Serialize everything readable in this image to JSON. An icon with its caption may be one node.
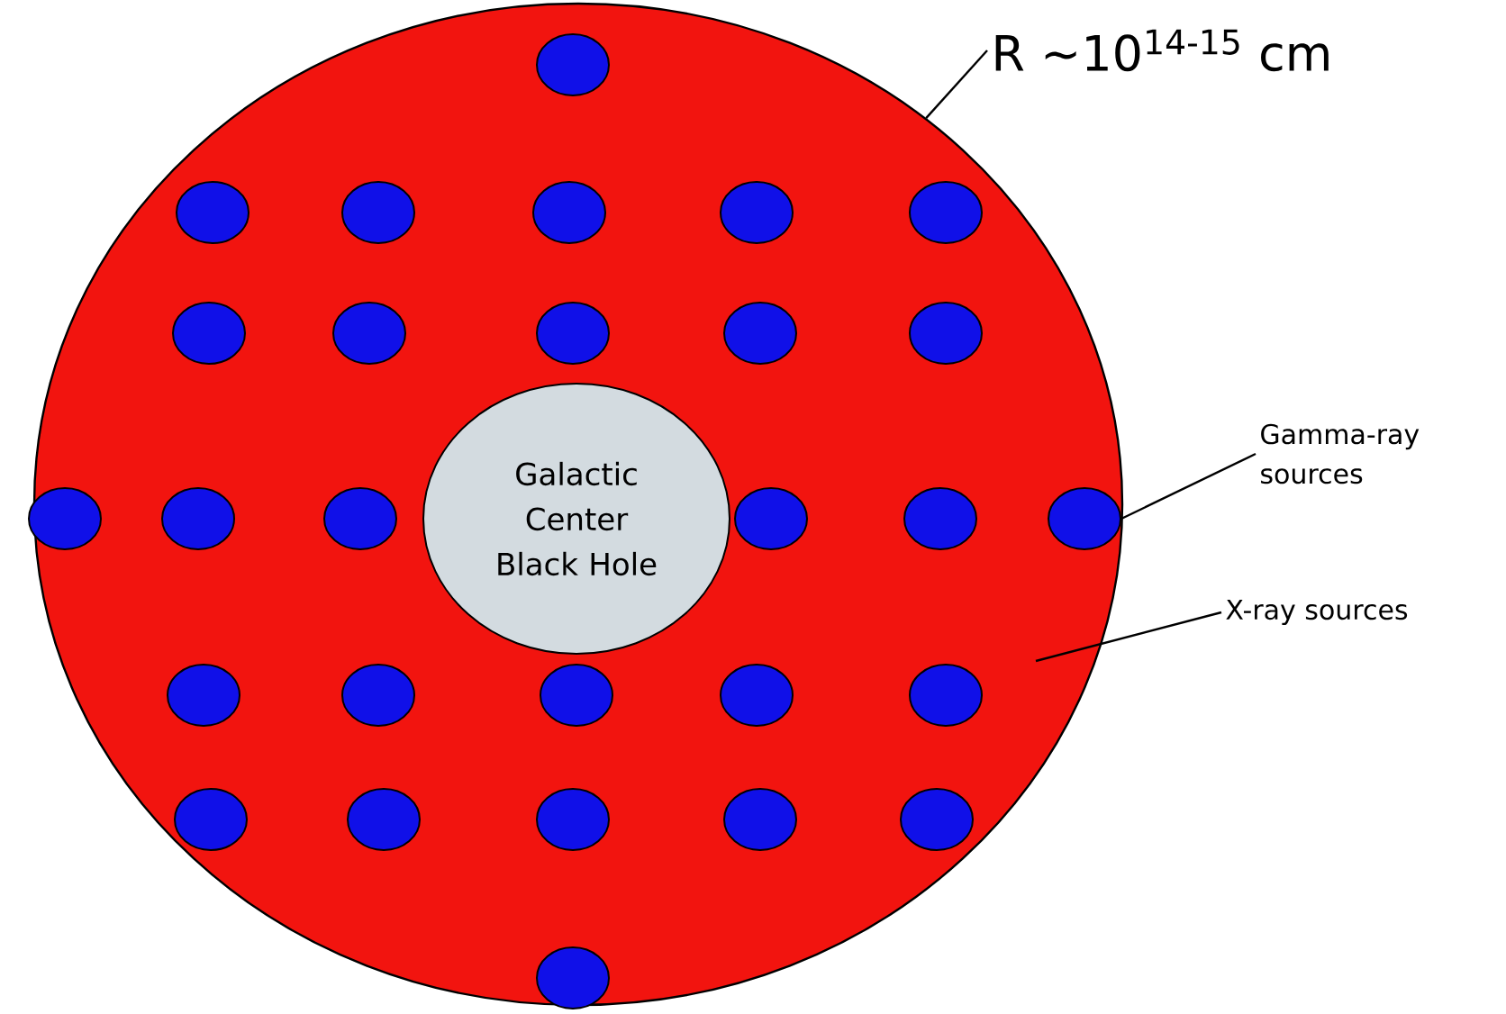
{
  "diagram": {
    "nodes": [
      {
        "text": [
          "R ~10$^{14-15}$ cm"
        ]
      },
      {
        "text": [],
        "shape": "circle"
      },
      {
        "text": [
          "Galactic Center Black Hole"
        ],
        "in": 1
      },
      {
        "text": [],
        "shape": "circle",
        "in": 1
      },
      {
        "text": [],
        "shape": "circle",
        "in": 1
      },
      {
        "text": [],
        "shape": "circle",
        "in": 1
      },
      {
        "text": [],
        "shape": "circle",
        "in": 1
      },
      {
        "text": [],
        "shape": "circle",
        "in": 1
      },
      {
        "text": [],
        "shape": "circle",
        "in": 1
      },
      {
        "text": [],
        "shape": "circle",
        "in": 1
      },
      {
        "text": [],
        "shape": "circle",
        "in": 1
      },
      {
        "text": [],
        "shape": "circle",
        "in": 1
      },
      {
        "text": [],
        "shape": "circle",
        "in": 1
      },
      {
        "text": [],
        "shape": "circle",
        "in": 1
      },
      {
        "text": [],
        "shape": "circle",
        "in": 1
      },
      {
        "text": [],
        "shape": "circle",
        "in": 1
      },
      {
        "text": [],
        "shape": "circle",
        "in": 1
      },
      {
        "text": [],
        "shape": "circle",
        "in": 1
      },
      {
        "text": [],
        "shape": "circle",
        "in": 1
      },
      {
        "text": [],
        "shape": "circle",
        "in": 1
      },
      {
        "text": [],
        "shape": "circle",
        "in": 1
      },
      {
        "text": [],
        "shape": "circle",
        "in": 1
      },
      {
        "text": [],
        "shape": "circle",
        "in": 1
      },
      {
        "text": [],
        "shape": "circle",
        "in": 1
      },
      {
        "text": [],
        "shape": "circle",
        "in": 1
      },
      {
        "text": [],
        "shape": "circle",
        "in": 1
      },
      {
        "text": [],
        "shape": "circle",
        "in": 1
      },
      {
        "text": [],
        "shape": "circle",
        "in": 1
      },
      {
        "text": [],
        "shape": "circle",
        "in": 1
      },
      {
        "text": [],
        "shape": "circle",
        "in": 1
      },
      {
        "text": [],
        "shape": "circle",
        "in": 1
      },
      {
        "text": [
          "Gamma-ray sources"
        ]
      },
      {
        "text": [
          "X-ray sources"
        ]
      }
    ],
    "edges": [
      {
        "from": 0,
        "to": 1,
        "arrow": "none"
      },
      {
        "from": 31,
        "to": 19,
        "arrow": "none"
      },
      {
        "from": 32,
        "to": 1,
        "arrow": "none"
      }
    ]
  }
}
